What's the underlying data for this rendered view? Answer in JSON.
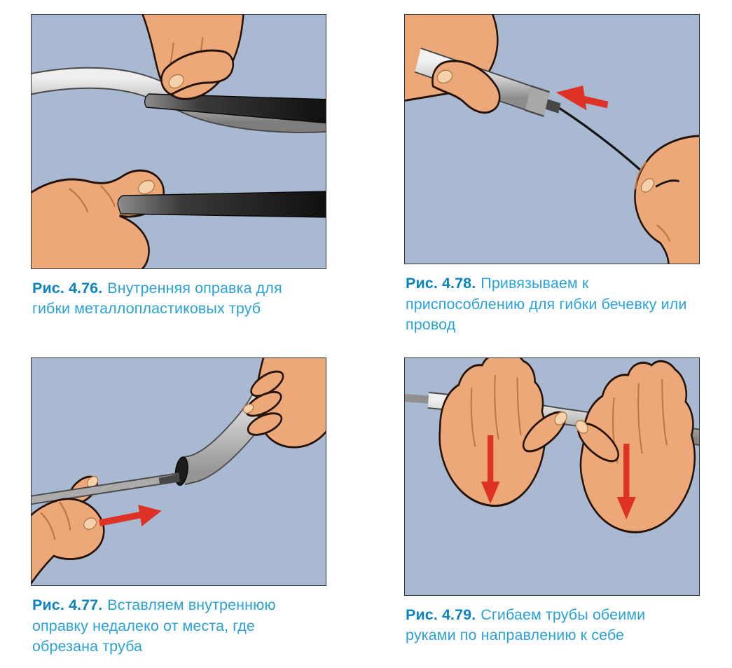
{
  "page": {
    "type": "book-page-with-figures",
    "language": "ru"
  },
  "colors": {
    "page_background": "#ffffff",
    "panel_background": "#a8b9d1",
    "panel_border": "#2e3338",
    "caption_label": "#0b84bf",
    "caption_text": "#2aa2d8",
    "arrow_red": "#de3226",
    "skin": "#eda879",
    "pipe_gray": "#c6c6c6",
    "mandrel_dark": "#1a1a1a"
  },
  "figures": [
    {
      "label": "Рис. 4.76.",
      "caption": "Внутренняя оправка для гибки металлопластиковых труб",
      "arrows": []
    },
    {
      "label": "Рис. 4.78.",
      "caption": "Привязываем к приспособлению для гибки бечевку или провод",
      "arrows": [
        "left"
      ]
    },
    {
      "label": "Рис. 4.77.",
      "caption": "Вставляем внутреннюю оправку недалеко от места, где обрезана труба",
      "arrows": [
        "right"
      ]
    },
    {
      "label": "Рис. 4.79.",
      "caption": "Сгибаем трубы обеими руками по направлению к себе",
      "arrows": [
        "down",
        "down"
      ]
    }
  ]
}
